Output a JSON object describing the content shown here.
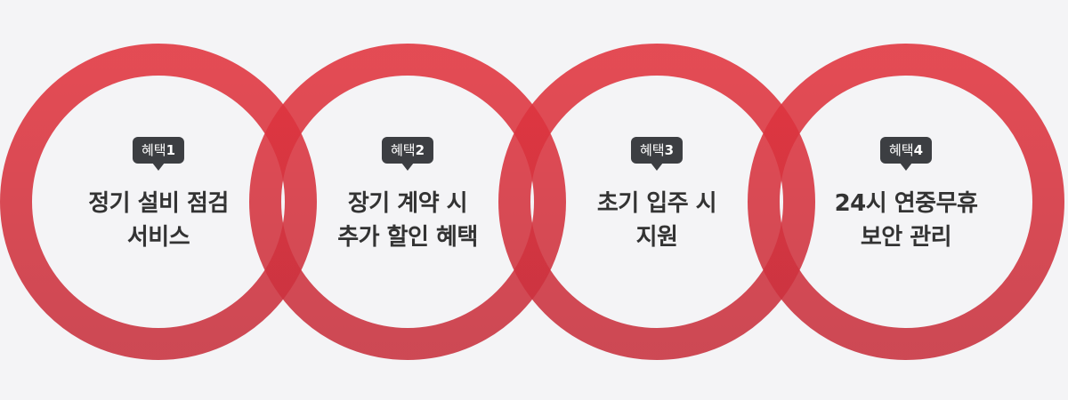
{
  "colors": {
    "ring_top": "#e1343e",
    "ring_bottom": "#c8313e",
    "background": "#f4f4f6",
    "badge": "#3c3e42",
    "text": "#333333"
  },
  "benefits": [
    {
      "badge_prefix": "혜택",
      "badge_num": "1",
      "line1": "정기 설비 점검",
      "line2": "서비스"
    },
    {
      "badge_prefix": "혜택",
      "badge_num": "2",
      "line1": "장기 계약 시",
      "line2": "추가 할인 혜택"
    },
    {
      "badge_prefix": "혜택",
      "badge_num": "3",
      "line1": "초기 입주 시",
      "line2": "지원"
    },
    {
      "badge_prefix": "혜택",
      "badge_num": "4",
      "line1": "24시 연중무휴",
      "line2": "보안 관리"
    }
  ]
}
